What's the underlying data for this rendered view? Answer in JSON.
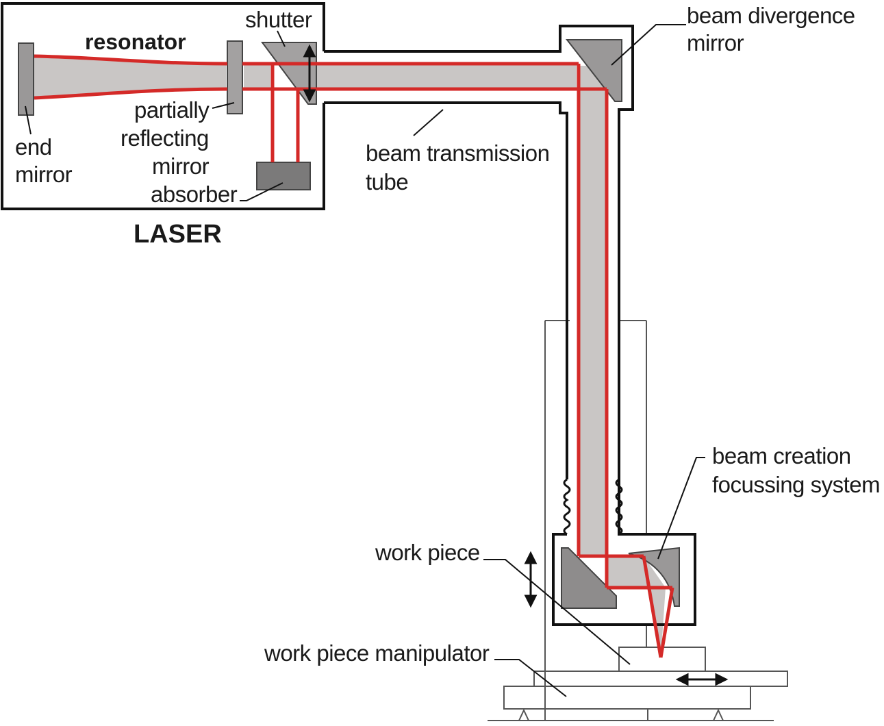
{
  "diagram": {
    "title": "LASER",
    "colors": {
      "beam_red": "#d42a28",
      "beam_fill": "#c9c6c5",
      "component_gray": "#9a9898",
      "dark_gray": "#7b7a7a",
      "outline": "#111111",
      "frame": "#555555"
    },
    "labels": {
      "resonator": "resonator",
      "shutter": "shutter",
      "end_mirror_1": "end",
      "end_mirror_2": "mirror",
      "partial_1": "partially",
      "partial_2": "reflecting",
      "partial_3": "mirror",
      "absorber": "absorber",
      "laser": "LASER",
      "tube_1": "beam transmission",
      "tube_2": "tube",
      "divergence_1": "beam divergence",
      "divergence_2": "mirror",
      "focus_1": "beam creation",
      "focus_2": "focussing system",
      "work_piece": "work piece",
      "manipulator": "work piece manipulator"
    },
    "components": [
      {
        "name": "end mirror",
        "icon": "end-mirror-icon"
      },
      {
        "name": "partially reflecting mirror",
        "icon": "partial-mirror-icon"
      },
      {
        "name": "shutter",
        "icon": "shutter-prism-icon"
      },
      {
        "name": "absorber",
        "icon": "absorber-block-icon"
      },
      {
        "name": "beam divergence mirror",
        "icon": "divergence-prism-icon"
      },
      {
        "name": "beam creation focussing system",
        "icon": "focusing-mirror-icon"
      },
      {
        "name": "work piece",
        "icon": "work-piece-block-icon"
      },
      {
        "name": "work piece manipulator",
        "icon": "manipulator-table-icon"
      }
    ]
  }
}
